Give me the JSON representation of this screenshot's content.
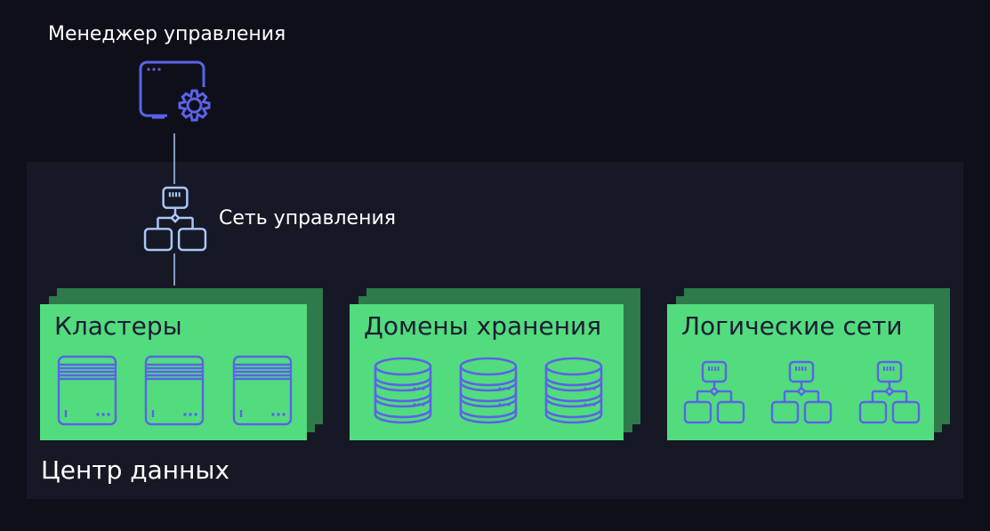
{
  "labels": {
    "manager": "Менеджер управления",
    "network": "Сеть управления",
    "datacenter": "Центр данных"
  },
  "cards": [
    {
      "title": "Кластеры",
      "icon": "server-icon"
    },
    {
      "title": "Домены хранения",
      "icon": "database-icon"
    },
    {
      "title": "Логические сети",
      "icon": "network-icon"
    }
  ],
  "colors": {
    "background": "#0f0f1a",
    "datacenter_panel": "#171826",
    "card": "#52dc7e",
    "card_shadow": "#2f7a4a",
    "manager_icon": "#5b63e8",
    "network_icon": "#a9c9f5",
    "card_icon": "#5b63e8"
  }
}
